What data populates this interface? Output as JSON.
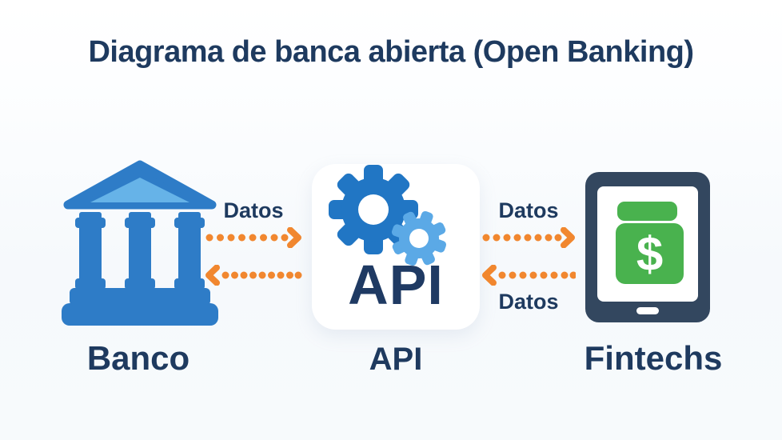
{
  "title": "Diagrama de banca abierta (Open Banking)",
  "nodes": {
    "bank": {
      "label": "Banco",
      "icon": "bank-building-icon"
    },
    "api": {
      "label": "API",
      "card_text": "API",
      "icon": "gears-icon"
    },
    "fintech": {
      "label": "Fintechs",
      "icon": "tablet-dollar-icon",
      "dollar_symbol": "$"
    }
  },
  "flows": [
    {
      "from": "Banco",
      "to": "API",
      "direction": "right",
      "label": "Datos",
      "label_position": "above"
    },
    {
      "from": "API",
      "to": "Banco",
      "direction": "left",
      "label": "",
      "label_position": "none"
    },
    {
      "from": "API",
      "to": "Fintechs",
      "direction": "right",
      "label": "Datos",
      "label_position": "above"
    },
    {
      "from": "Fintechs",
      "to": "API",
      "direction": "left",
      "label": "Datos",
      "label_position": "below"
    }
  ],
  "icons": {
    "bank": "bank-building-icon",
    "api": "gears-icon",
    "fintech": "tablet-dollar-icon",
    "arrows": "dotted-arrow-icon"
  },
  "colors": {
    "title_navy": "#1E3A5F",
    "bank_blue": "#2E7CC7",
    "bank_pediment_light": "#66B3E8",
    "gear_dark_blue": "#2176C4",
    "gear_light_blue": "#5BA9E6",
    "api_text_navy": "#1F3A63",
    "arrow_orange": "#F1872F",
    "tablet_frame_navy": "#33475F",
    "money_green": "#49B24E",
    "card_white": "#FFFFFF",
    "background": "#F7F9FC"
  }
}
